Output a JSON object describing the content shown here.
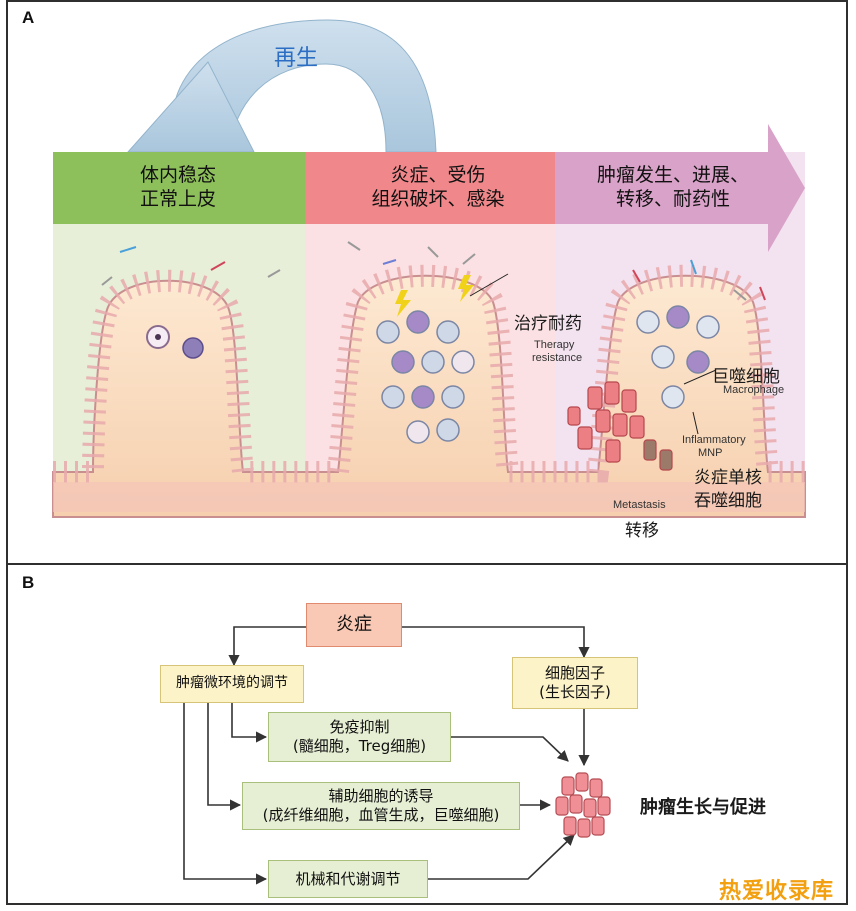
{
  "panel_a": {
    "label": "A",
    "regen_label": "再生",
    "stages": [
      {
        "line1": "体内稳态",
        "line2": "正常上皮",
        "color": "#8dbf5a"
      },
      {
        "line1": "炎症、受伤",
        "line2": "组织破坏、感染",
        "color": "#f0878a"
      },
      {
        "line1": "肿瘤发生、进展、",
        "line2": "转移、耐药性",
        "color": "#d9a2c8"
      }
    ],
    "annotations": {
      "therapy_zh": "治疗耐药",
      "therapy_en_1": "Therapy",
      "therapy_en_2": "resistance",
      "macrophage_zh": "巨噬细胞",
      "macrophage_en": "Macrophage",
      "mnp_en_1": "Inflammatory",
      "mnp_en_2": "MNP",
      "mnp_zh_1": "炎症单核",
      "mnp_zh_2": "吞噬细胞",
      "metastasis_en": "Metastasis",
      "metastasis_zh": "转移"
    }
  },
  "panel_b": {
    "label": "B",
    "inflammation": "炎症",
    "tme": "肿瘤微环境的调节",
    "cytokine_1": "细胞因子",
    "cytokine_2": "(生长因子)",
    "immuno_1": "免疫抑制",
    "immuno_2": "(髓细胞，Treg细胞)",
    "helper_1": "辅助细胞的诱导",
    "helper_2": "(成纤维细胞，血管生成，巨噬细胞)",
    "mech": "机械和代谢调节",
    "outcome": "肿瘤生长与促进"
  },
  "watermark": "热爱收录库"
}
